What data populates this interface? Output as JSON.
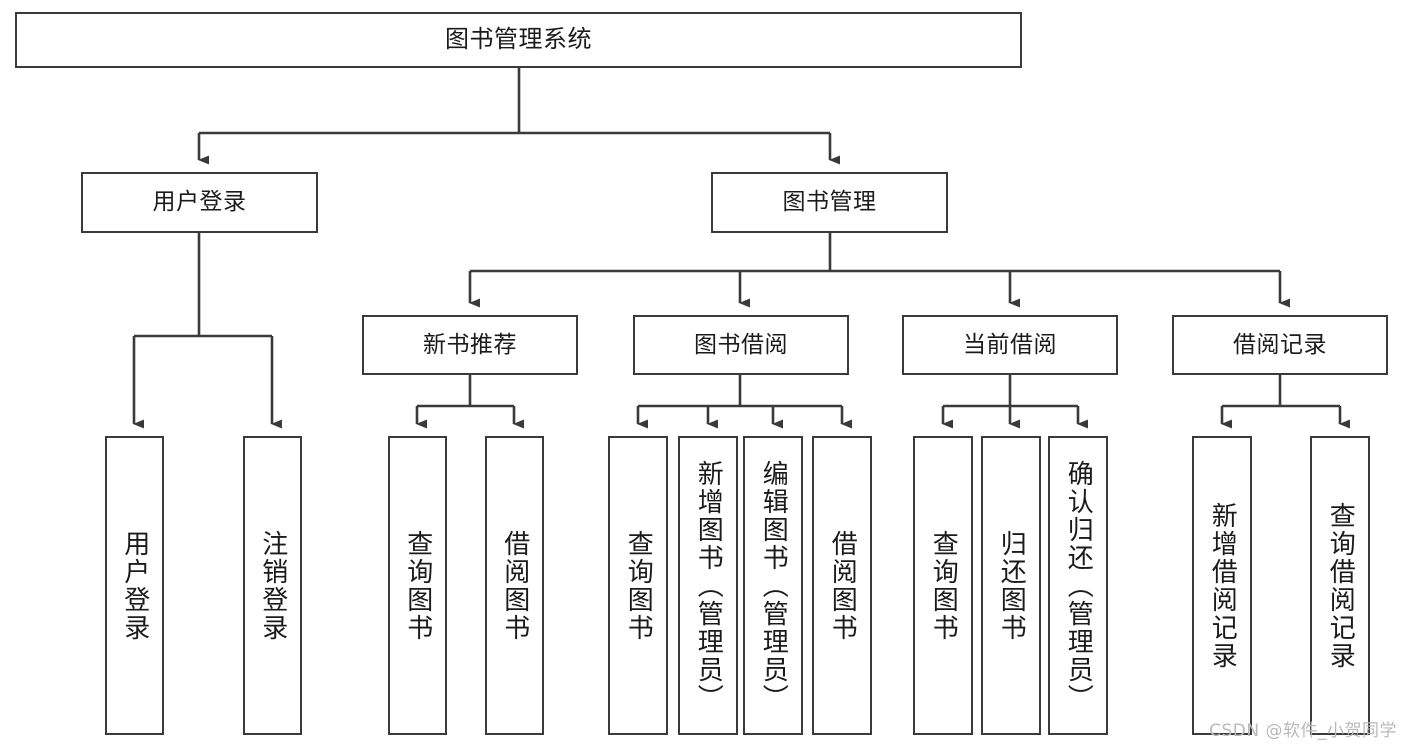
{
  "diagram": {
    "title": "图书管理系统",
    "type": "tree",
    "colors": {
      "box_border": "#3a3a3a",
      "box_fill": "#ffffff",
      "connector": "#3a3a3a",
      "text": "#1b1b1b",
      "watermark": "#b9b9b9",
      "background": "#ffffff"
    },
    "nodes": {
      "root": {
        "label": "图书管理系统"
      },
      "level2": [
        {
          "label": "用户登录"
        },
        {
          "label": "图书管理"
        }
      ],
      "level3": [
        {
          "label": "新书推荐"
        },
        {
          "label": "图书借阅"
        },
        {
          "label": "当前借阅"
        },
        {
          "label": "借阅记录"
        }
      ],
      "leaves": {
        "user_login": [
          {
            "label": "用户登录"
          },
          {
            "label": "注销登录"
          }
        ],
        "new_book_recommend": [
          {
            "label": "查询图书"
          },
          {
            "label": "借阅图书"
          }
        ],
        "book_borrow": [
          {
            "label": "查询图书"
          },
          {
            "label": "新增图书（管理员）"
          },
          {
            "label": "编辑图书（管理员）"
          },
          {
            "label": "借阅图书"
          }
        ],
        "current_borrow": [
          {
            "label": "查询图书"
          },
          {
            "label": "归还图书"
          },
          {
            "label": "确认归还（管理员）"
          }
        ],
        "borrow_record": [
          {
            "label": "新增借阅记录"
          },
          {
            "label": "查询借阅记录"
          }
        ]
      }
    },
    "watermark": "CSDN @软件_小贺同学"
  }
}
